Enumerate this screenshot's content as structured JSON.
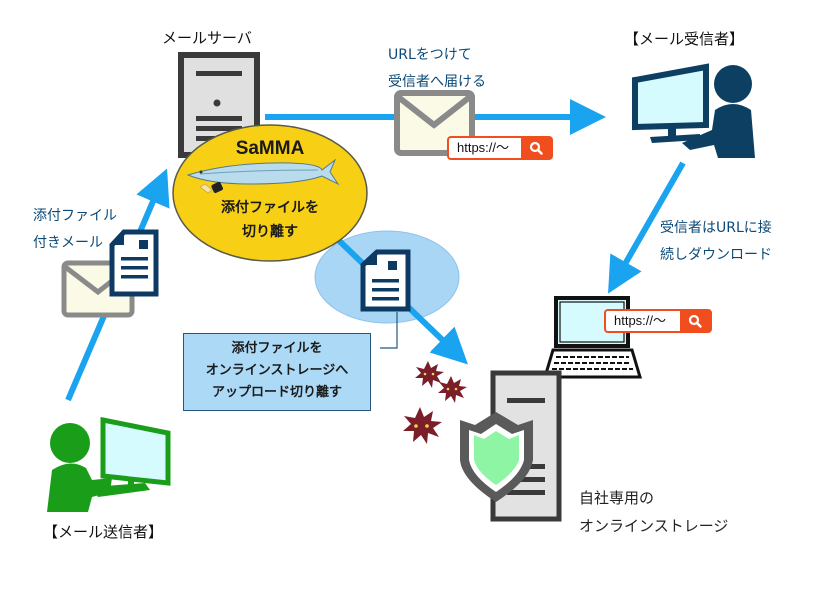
{
  "labels": {
    "mail_server": "メールサーバ",
    "recipient": "【メール受信者】",
    "sender": "【メール送信者】",
    "send_with_url_line1": "URLをつけて",
    "send_with_url_line2": "受信者へ届ける",
    "attached_mail_line1": "添付ファイル",
    "attached_mail_line2": "付きメール",
    "download_line1": "受信者はURLに接",
    "download_line2": "続しダウンロード",
    "storage_line1": "自社専用の",
    "storage_line2": "オンラインストレージ"
  },
  "samma": {
    "title": "SaMMA",
    "desc_line1": "添付ファイルを",
    "desc_line2": "切り離す"
  },
  "callout": {
    "line1": "添付ファイルを",
    "line2": "オンラインストレージへ",
    "line3": "アップロード切り離す"
  },
  "url_bars": [
    {
      "text": "https://〜",
      "icon": "search-icon"
    },
    {
      "text": "https://〜",
      "icon": "search-icon"
    }
  ],
  "colors": {
    "arrow": "#1aa3ef",
    "sender": "#1a9e1a",
    "recipient": "#0d3f62",
    "samma_fill": "#f7cf14",
    "url_accent": "#f04e1e",
    "callout_fill": "#abd9f6",
    "shield": "#8ef5a5",
    "virus": "#7a1e2a"
  }
}
